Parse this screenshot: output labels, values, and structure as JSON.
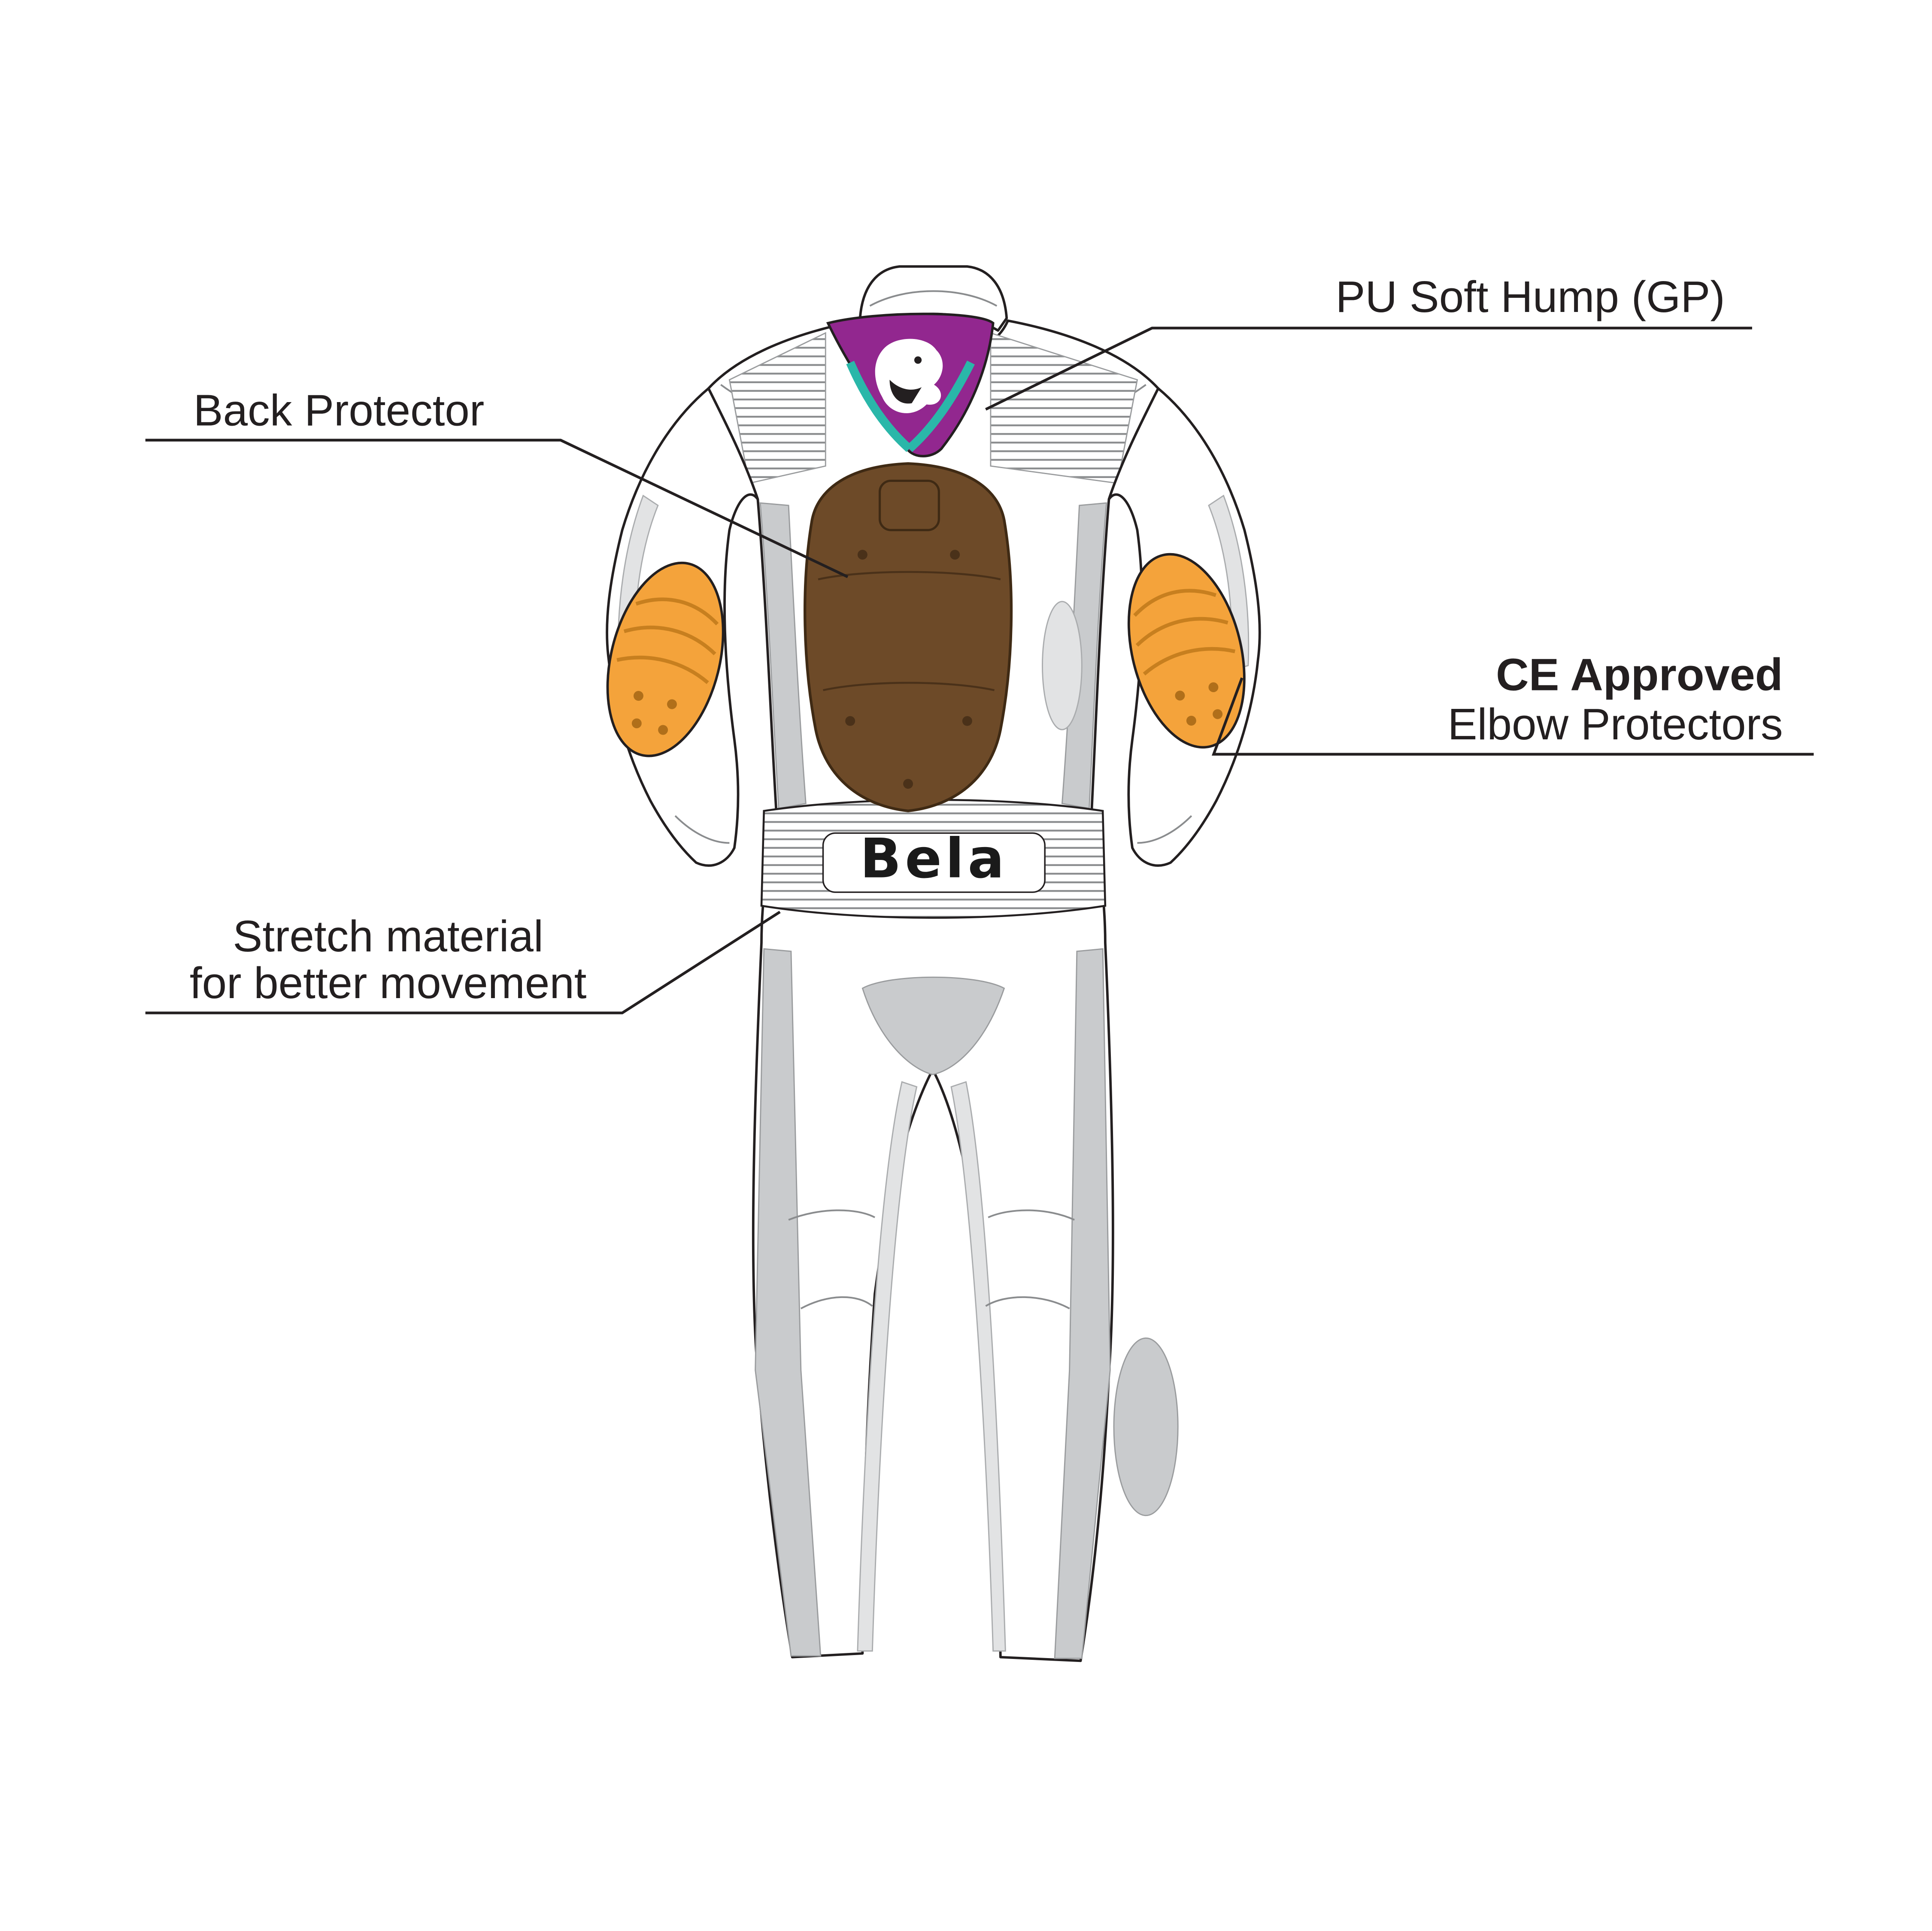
{
  "diagram": {
    "brand": "Bela",
    "callouts": {
      "hump": {
        "label": "PU Soft Hump (GP)"
      },
      "back_protector": {
        "label": "Back Protector"
      },
      "elbow": {
        "label_bold": "CE Approved",
        "label": "Elbow Protectors"
      },
      "stretch": {
        "line1": "Stretch material",
        "line2": "for better movement"
      }
    },
    "colors": {
      "outline": "#231f20",
      "hump_purple": "#92278f",
      "hump_teal": "#2ab7a9",
      "back_protector_brown": "#6d4a28",
      "back_protector_edge": "#3f2a14",
      "elbow_orange": "#f4a33b",
      "panel_gray": "#c9cbcd"
    }
  }
}
